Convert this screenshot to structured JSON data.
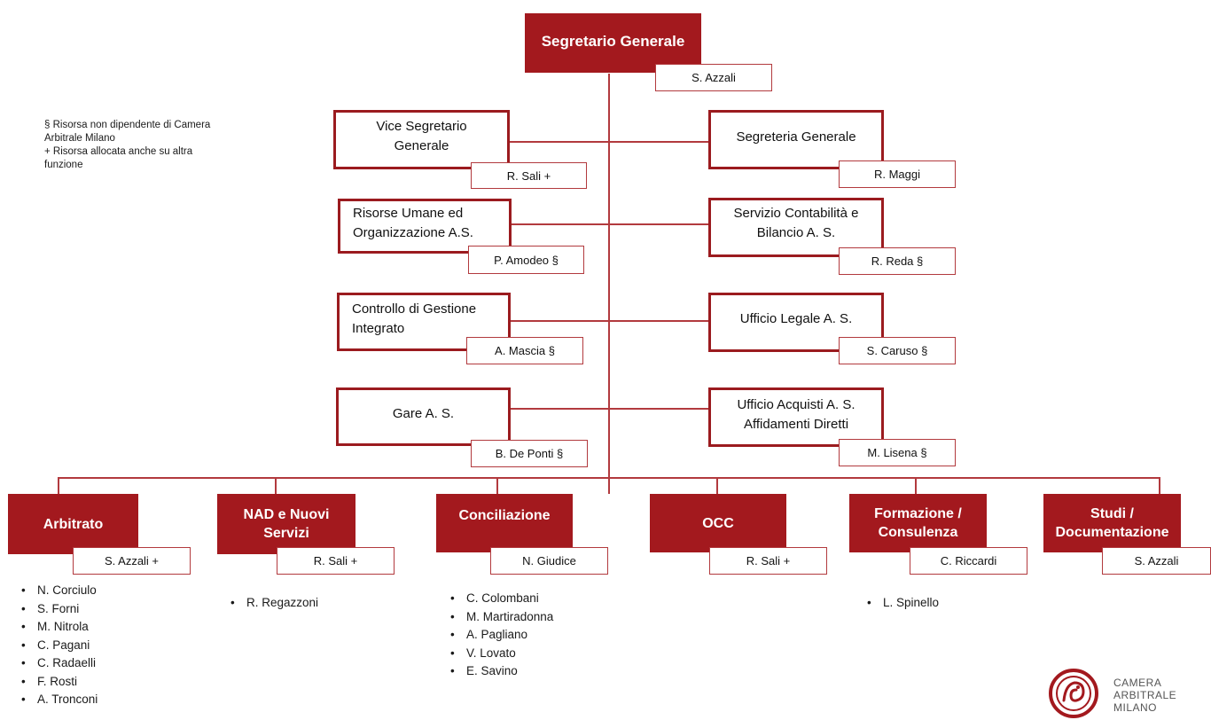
{
  "head": {
    "title": "Segretario Generale",
    "person": "S. Azzali"
  },
  "legend": {
    "line1": "§ Risorsa non dipendente di Camera",
    "line2": "Arbitrale Milano",
    "line3": "+ Risorsa allocata anche su altra",
    "line4": "funzione"
  },
  "staff_left": [
    {
      "title1": "Vice Segretario",
      "title2": "Generale",
      "person": "R. Sali +"
    },
    {
      "title1": "Risorse Umane ed",
      "title2": "Organizzazione A.S.",
      "person": "P. Amodeo §"
    },
    {
      "title1": "Controllo di Gestione",
      "title2": "Integrato",
      "person": "A. Mascia §"
    },
    {
      "title1": "Gare A. S.",
      "title2": "",
      "person": "B. De Ponti §"
    }
  ],
  "staff_right": [
    {
      "title1": "Segreteria Generale",
      "title2": "",
      "person": "R. Maggi"
    },
    {
      "title1": "Servizio Contabilità e",
      "title2": "Bilancio A. S.",
      "person": "R. Reda §"
    },
    {
      "title1": "Ufficio Legale A. S.",
      "title2": "",
      "person": "S. Caruso §"
    },
    {
      "title1": "Ufficio Acquisti A. S.",
      "title2": "Affidamenti Diretti",
      "person": "M. Lisena §"
    }
  ],
  "departments": [
    {
      "title1": "Arbitrato",
      "title2": "",
      "person": "S. Azzali +",
      "members": [
        "N. Corciulo",
        "S. Forni",
        "M. Nitrola",
        "C. Pagani",
        "C. Radaelli",
        "F. Rosti",
        "A. Tronconi"
      ]
    },
    {
      "title1": "NAD e Nuovi",
      "title2": "Servizi",
      "person": "R. Sali +",
      "members": [
        "R. Regazzoni"
      ]
    },
    {
      "title1": "Conciliazione",
      "title2": "",
      "person": "N. Giudice",
      "members": [
        "C. Colombani",
        "M. Martiradonna",
        "A. Pagliano",
        "V. Lovato",
        "E. Savino"
      ]
    },
    {
      "title1": "OCC",
      "title2": "",
      "person": "R. Sali +",
      "members": []
    },
    {
      "title1": "Formazione /",
      "title2": "Consulenza",
      "person": "C. Riccardi",
      "members": [
        "L. Spinello"
      ]
    },
    {
      "title1": "Studi  /",
      "title2": "Documentazione",
      "person": "S. Azzali",
      "members": []
    }
  ],
  "logo": {
    "line1": "CAMERA",
    "line2": "ARBITRALE",
    "line3": "MILANO"
  }
}
